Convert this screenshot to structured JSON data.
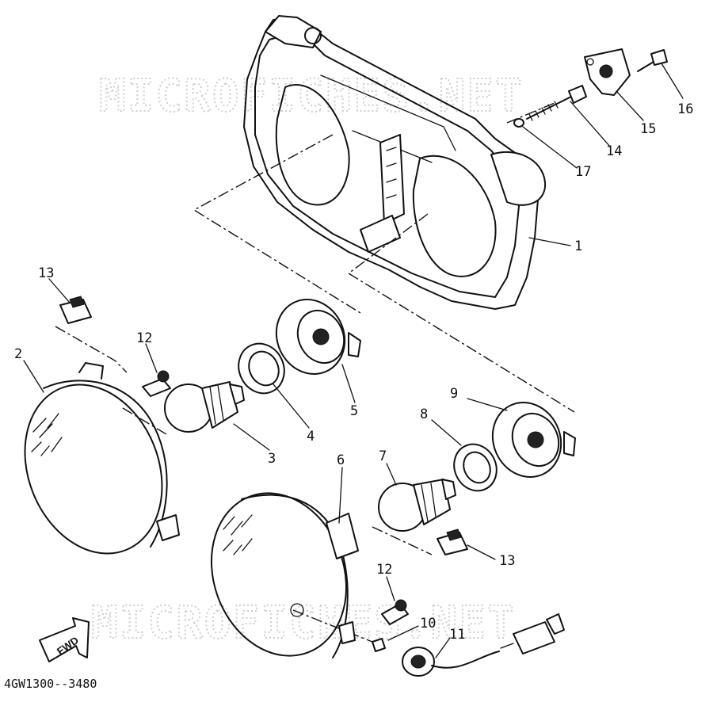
{
  "watermark": "MICROFICHES.NET",
  "diagram_code": "4GW1300--3480",
  "direction_arrow_label": "FWD",
  "callouts": [
    {
      "id": "c1",
      "label": "1"
    },
    {
      "id": "c2",
      "label": "2"
    },
    {
      "id": "c3",
      "label": "3"
    },
    {
      "id": "c4",
      "label": "4"
    },
    {
      "id": "c5",
      "label": "5"
    },
    {
      "id": "c6",
      "label": "6"
    },
    {
      "id": "c7",
      "label": "7"
    },
    {
      "id": "c8",
      "label": "8"
    },
    {
      "id": "c9",
      "label": "9"
    },
    {
      "id": "c10",
      "label": "10"
    },
    {
      "id": "c11",
      "label": "11"
    },
    {
      "id": "c12a",
      "label": "12"
    },
    {
      "id": "c12b",
      "label": "12"
    },
    {
      "id": "c13a",
      "label": "13"
    },
    {
      "id": "c13b",
      "label": "13"
    },
    {
      "id": "c14",
      "label": "14"
    },
    {
      "id": "c15",
      "label": "15"
    },
    {
      "id": "c16",
      "label": "16"
    },
    {
      "id": "c17",
      "label": "17"
    }
  ]
}
